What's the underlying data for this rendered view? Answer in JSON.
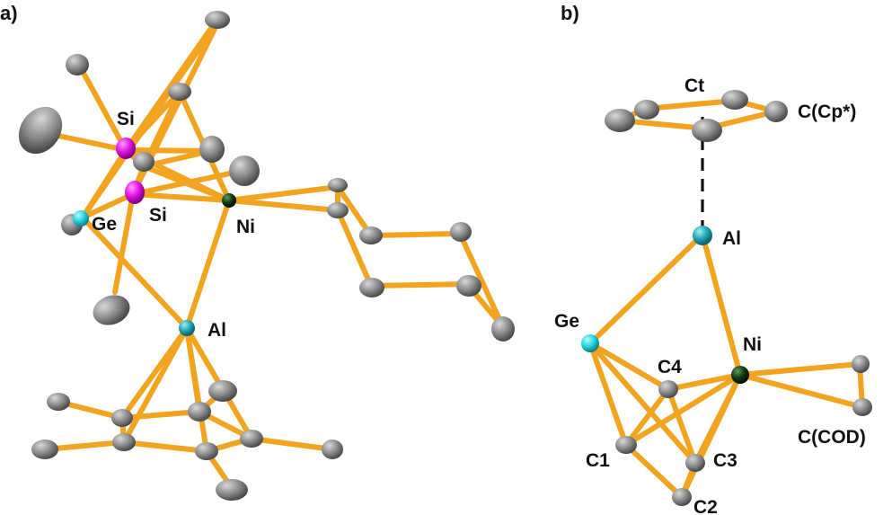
{
  "panels": {
    "a": {
      "label": "a)",
      "atom_labels": {
        "si_top": "Si",
        "si_bottom": "Si",
        "ge": "Ge",
        "ni": "Ni",
        "al": "Al"
      }
    },
    "b": {
      "label": "b)",
      "atom_labels": {
        "ct": "Ct",
        "c_cp": "C(Cp*)",
        "al": "Al",
        "ge": "Ge",
        "ni": "Ni",
        "c4": "C4",
        "c1": "C1",
        "c3": "C3",
        "c2": "C2",
        "c_cod": "C(COD)"
      }
    }
  },
  "colors": {
    "bond": "#F2A320",
    "carbon": "#8C8C8C",
    "silicon": "#E010E0",
    "germanium": "#22D3E0",
    "aluminium": "#1FA3B0",
    "nickel": "#0D3A10",
    "centroid_dash": "#111111"
  }
}
